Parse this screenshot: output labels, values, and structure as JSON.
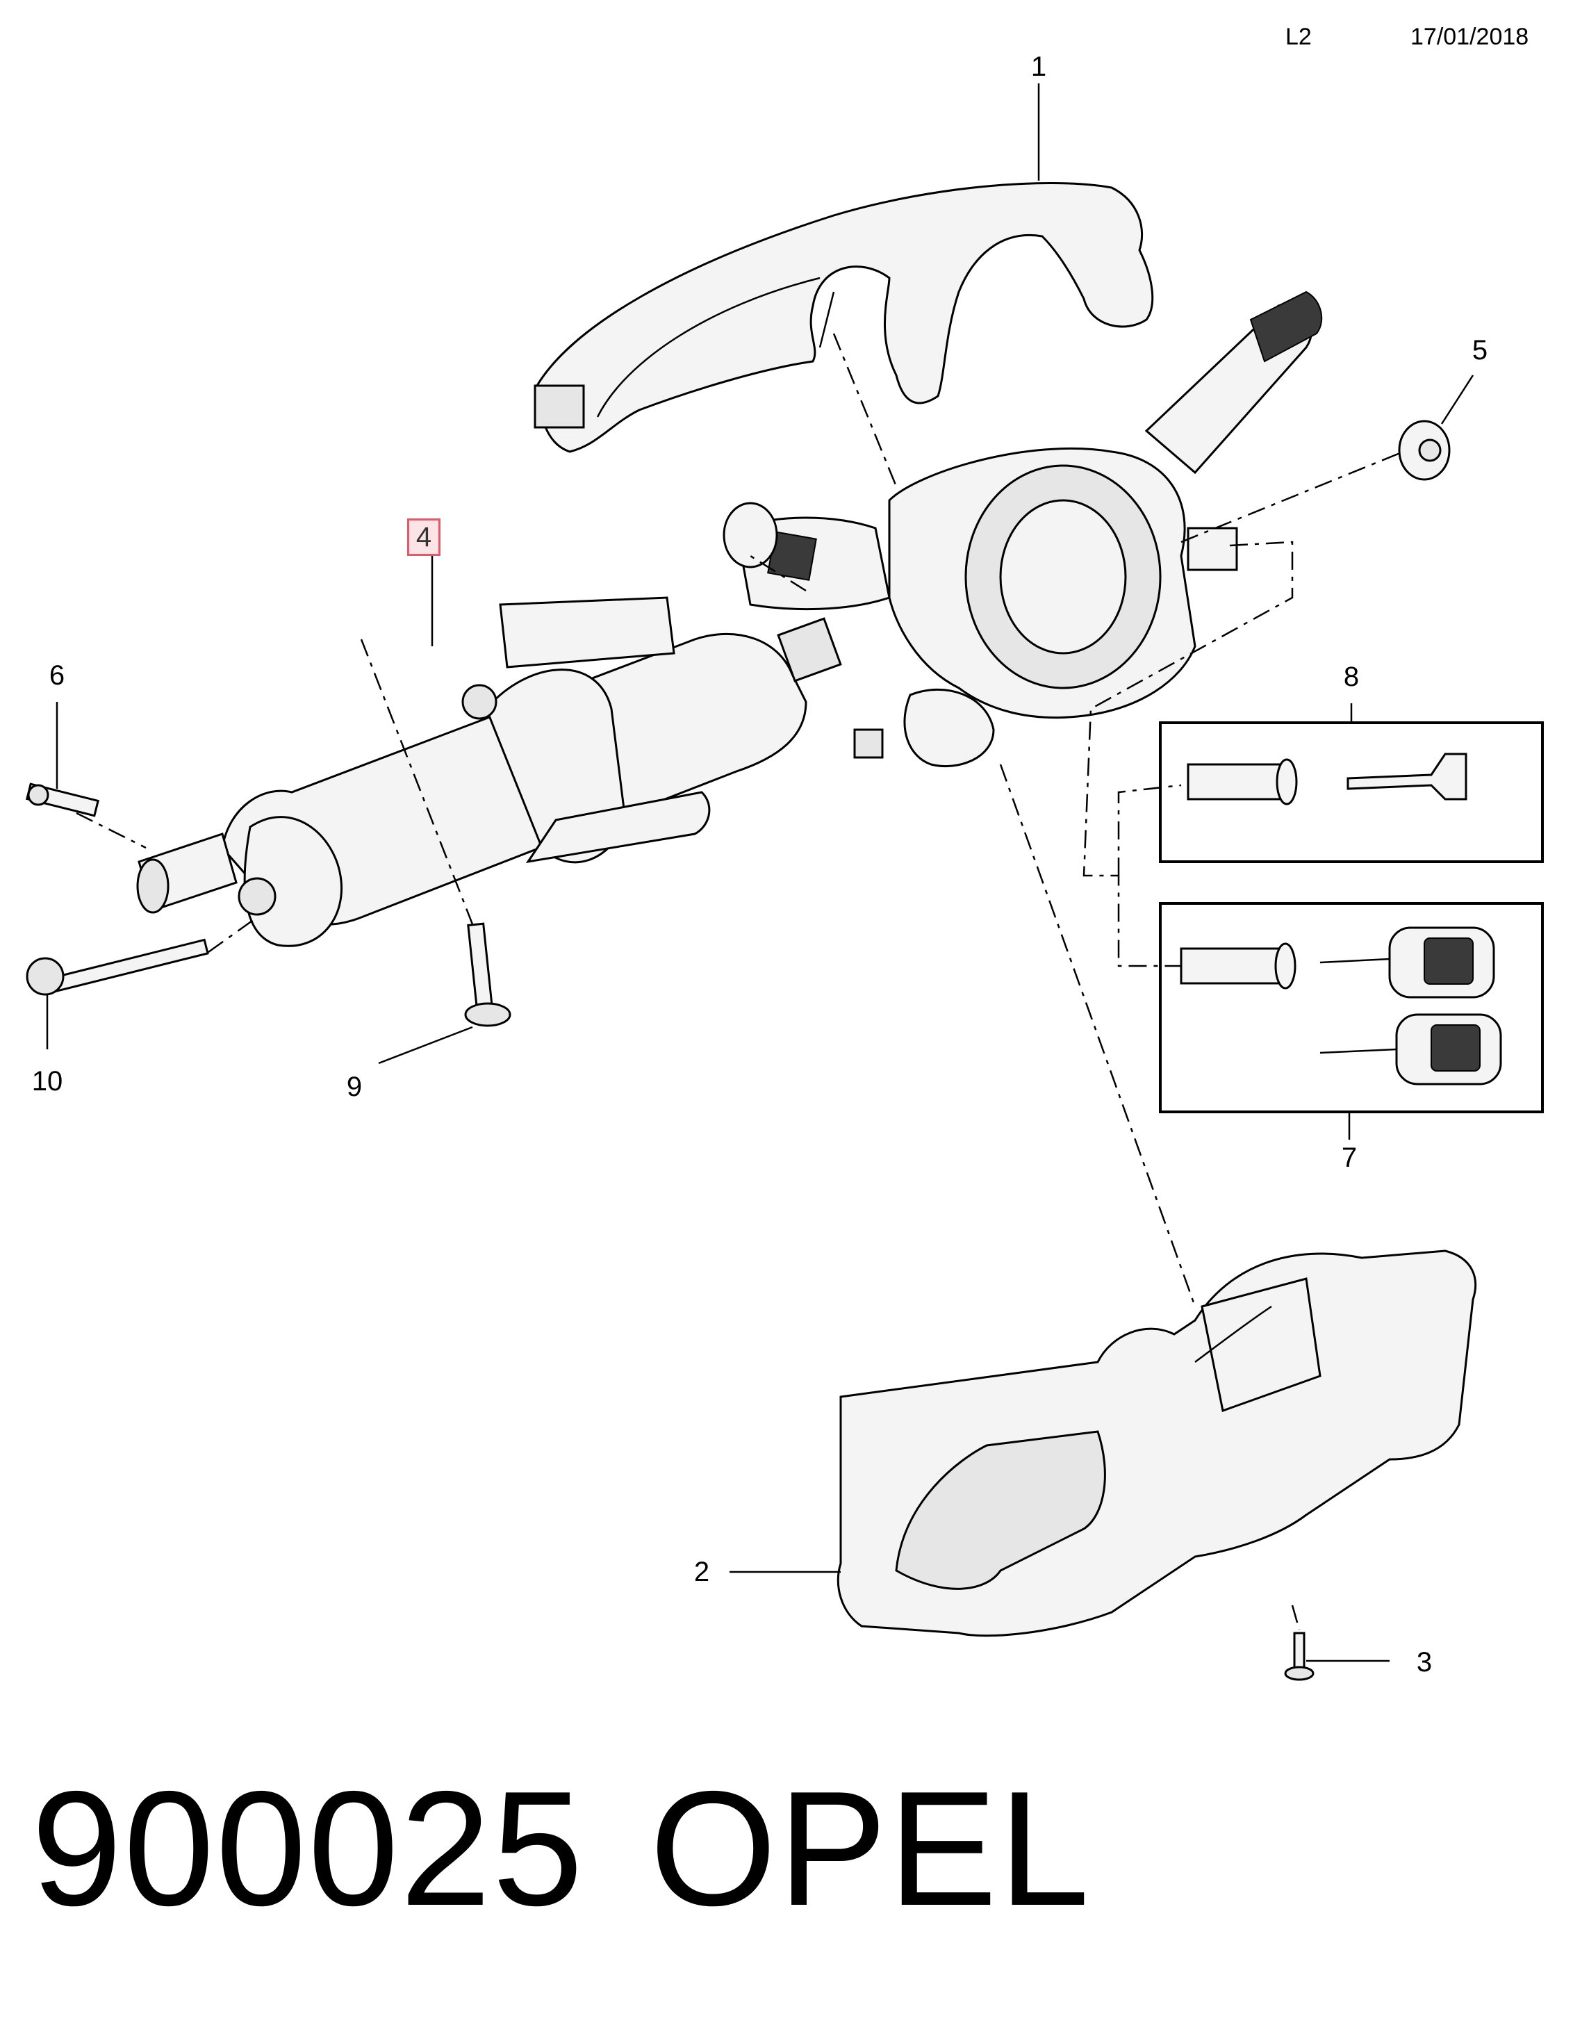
{
  "header": {
    "sheet": "L2",
    "date": "17/01/2018"
  },
  "callouts": {
    "c1": "1",
    "c2": "2",
    "c3": "3",
    "c4": "4",
    "c5": "5",
    "c6": "6",
    "c7": "7",
    "c8": "8",
    "c9": "9",
    "c10": "10"
  },
  "footer": {
    "part_number": "900025",
    "brand": "OPEL"
  }
}
